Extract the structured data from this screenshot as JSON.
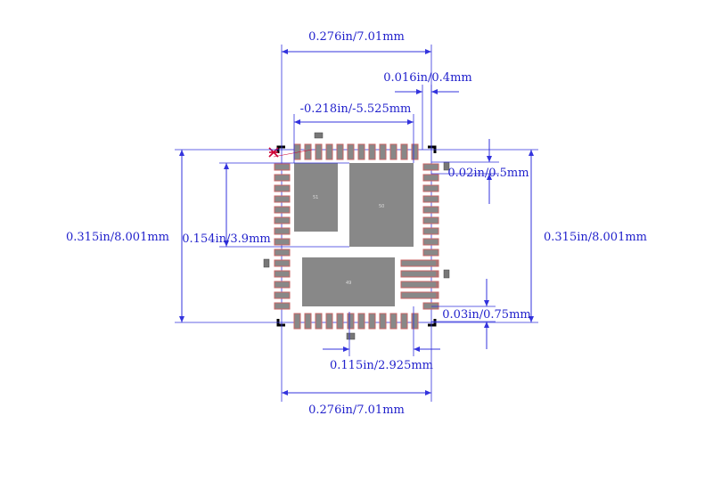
{
  "drawing": {
    "top_width_label": "0.276in/7.01mm",
    "bottom_width_label": "0.276in/7.01mm",
    "pad_width_label": "0.016in/0.4mm",
    "thermal_offset_label": "-0.218in/-5.525mm",
    "pitch_label": "0.02in/0.5mm",
    "left_height_label": "0.315in/8.001mm",
    "right_height_label": "0.315in/8.001mm",
    "inner_height_label": "0.154in/3.9mm",
    "pad_length_label": "0.03in/0.75mm",
    "bottom_offset_label": "0.115in/2.925mm",
    "pad_labels": {
      "left_thermal": "51",
      "right_thermal": "50",
      "bottom_thermal": "49"
    }
  },
  "colors": {
    "dimension": "#3333dd",
    "pad_fill": "#888888",
    "pad_outline": "#c86464",
    "corner_marks": "#000000",
    "pin1_marker": "#cc0033"
  }
}
